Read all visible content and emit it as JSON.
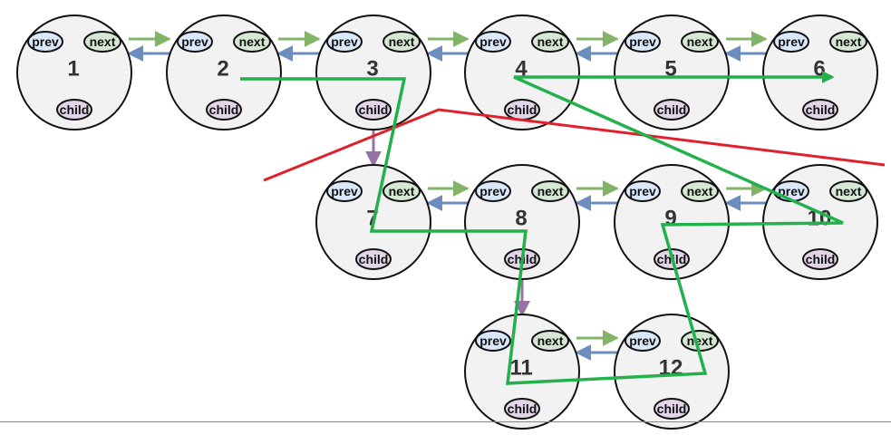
{
  "labels": {
    "prev": "prev",
    "next": "next",
    "child": "child"
  },
  "colors": {
    "next_arrow": "#82b366",
    "prev_arrow": "#6c8ebf",
    "child_arrow": "#9673a6",
    "traversal_path": "#22b14c",
    "cut_line": "#e0202b"
  },
  "nodes": [
    {
      "id": "1",
      "level": 1
    },
    {
      "id": "2",
      "level": 1
    },
    {
      "id": "3",
      "level": 1
    },
    {
      "id": "4",
      "level": 1
    },
    {
      "id": "5",
      "level": 1
    },
    {
      "id": "6",
      "level": 1
    },
    {
      "id": "7",
      "level": 2
    },
    {
      "id": "8",
      "level": 2
    },
    {
      "id": "9",
      "level": 2
    },
    {
      "id": "10",
      "level": 2
    },
    {
      "id": "11",
      "level": 3
    },
    {
      "id": "12",
      "level": 3
    }
  ],
  "links": [
    {
      "from": "1",
      "to": "2",
      "type": "next-prev"
    },
    {
      "from": "2",
      "to": "3",
      "type": "next-prev"
    },
    {
      "from": "3",
      "to": "4",
      "type": "next-prev"
    },
    {
      "from": "4",
      "to": "5",
      "type": "next-prev"
    },
    {
      "from": "5",
      "to": "6",
      "type": "next-prev"
    },
    {
      "from": "7",
      "to": "8",
      "type": "next-prev"
    },
    {
      "from": "8",
      "to": "9",
      "type": "next-prev"
    },
    {
      "from": "9",
      "to": "10",
      "type": "next-prev"
    },
    {
      "from": "11",
      "to": "12",
      "type": "next-prev"
    },
    {
      "from": "3",
      "to": "7",
      "type": "child"
    },
    {
      "from": "8",
      "to": "11",
      "type": "child"
    }
  ]
}
